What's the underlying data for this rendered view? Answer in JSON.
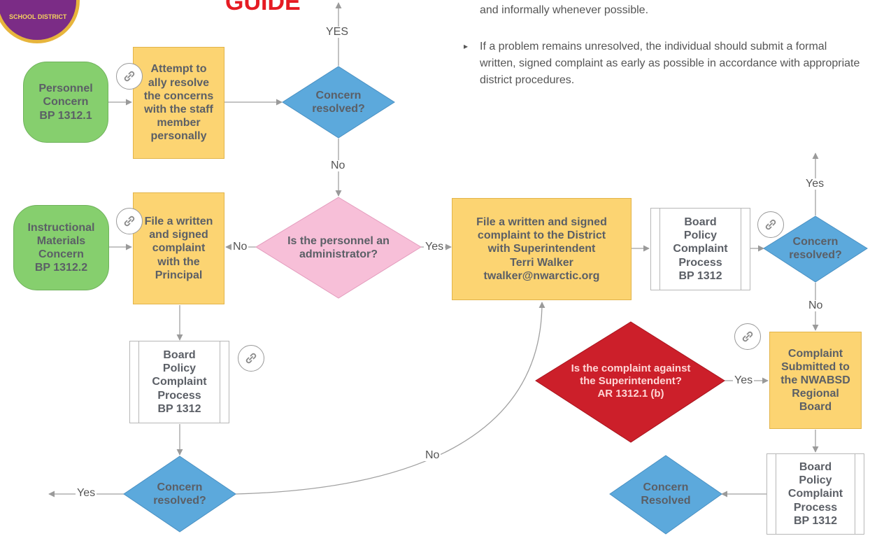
{
  "title_fragment": "GUIDE",
  "logo_text": "SCHOOL DISTRICT",
  "notes": {
    "top_line": "and informally whenever possible.",
    "bullet": "If a problem remains unresolved, the individual should submit a formal written, signed complaint as early as possible in accordance with appropriate district procedures."
  },
  "nodes": {
    "personnel_concern": "Personnel\nConcern\nBP 1312.1",
    "attempt_resolve": "Attempt to\nally resolve\nthe concerns\nwith the staff\nmember\npersonally",
    "concern_resolved_top": "Concern\nresolved?",
    "instructional_concern": "Instructional\nMaterials\nConcern\nBP 1312.2",
    "file_principal": "File a written\nand signed\ncomplaint\nwith the\nPrincipal",
    "is_admin": "Is the personnel an\nadministrator?",
    "file_district": "File a written and signed\ncomplaint to the District\nwith Superintendent\nTerri Walker\ntwalker@nwarctic.org",
    "board_policy_right": "Board\nPolicy\nComplaint\nProcess\nBP 1312",
    "concern_resolved_right": "Concern\nresolved?",
    "board_policy_left": "Board\nPolicy\nComplaint\nProcess\nBP 1312",
    "concern_resolved_bottom": "Concern\nresolved?",
    "against_superintendent": "Is the complaint against\nthe Superintendent?\nAR 1312.1 (b)",
    "complaint_regional": "Complaint\nSubmitted to\nthe NWABSD\nRegional\nBoard",
    "board_policy_bottom": "Board\nPolicy\nComplaint\nProcess\nBP 1312",
    "concern_resolved_final": "Concern\nResolved"
  },
  "edge_labels": {
    "yes_top": "YES",
    "no_top": "No",
    "no_admin": "No",
    "yes_admin": "Yes",
    "yes_right": "Yes",
    "no_right": "No",
    "no_curve": "No",
    "yes_bottom_left": "Yes",
    "yes_superintendent": "Yes"
  },
  "colors": {
    "decision_blue": "#5ca9dc",
    "decision_pink": "#f7bfd8",
    "decision_red": "#cc1f2a",
    "process_yellow": "#fcd472",
    "start_green": "#86cf6e",
    "title_red": "#e51b23"
  },
  "icons": [
    "link-icon"
  ]
}
